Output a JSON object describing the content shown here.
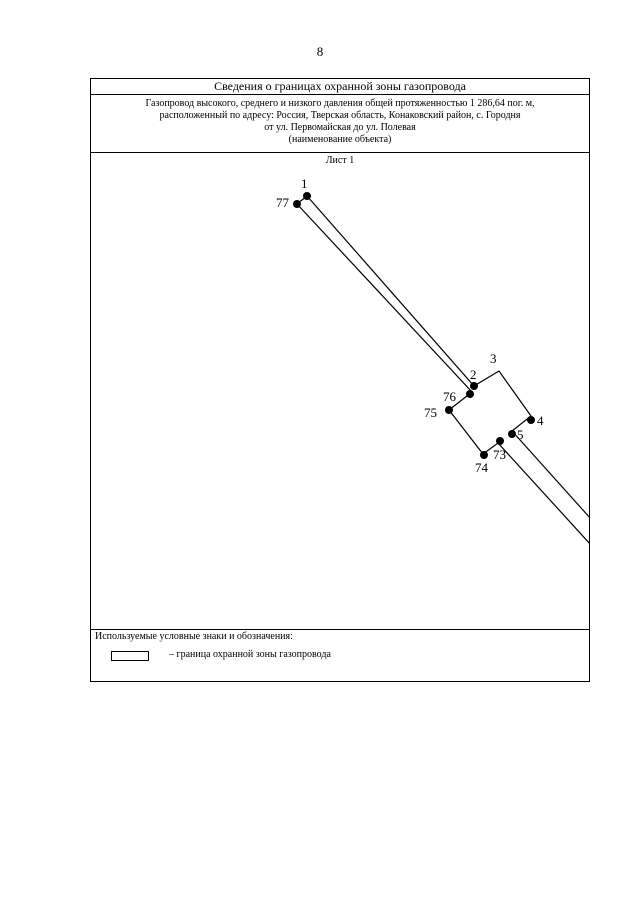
{
  "page": {
    "number": "8"
  },
  "header": {
    "title": "Сведения о границах охранной зоны газопровода"
  },
  "object": {
    "line1": "Газопровод высокого, среднего и низкого давления общей протяженностью 1 286,64 пог. м,",
    "line2": "расположенный по адресу: Россия, Тверская область, Конаковский район, с. Городня",
    "line3": "от ул. Первомайская до ул. Полевая",
    "caption": "(наименование объекта)"
  },
  "map": {
    "sheet_label": "Лист 1",
    "points": [
      {
        "id": "1",
        "label": "1"
      },
      {
        "id": "77",
        "label": "77"
      },
      {
        "id": "2",
        "label": "2"
      },
      {
        "id": "76",
        "label": "76"
      },
      {
        "id": "3",
        "label": "3"
      },
      {
        "id": "75",
        "label": "75"
      },
      {
        "id": "4",
        "label": "4"
      },
      {
        "id": "5",
        "label": "5"
      },
      {
        "id": "73",
        "label": "73"
      },
      {
        "id": "74",
        "label": "74"
      }
    ]
  },
  "legend": {
    "title": "Используемые условные знаки и обозначения:",
    "items": [
      {
        "symbol": "rectangle-outline",
        "text": "–  граница охранной зоны газопровода"
      }
    ]
  }
}
